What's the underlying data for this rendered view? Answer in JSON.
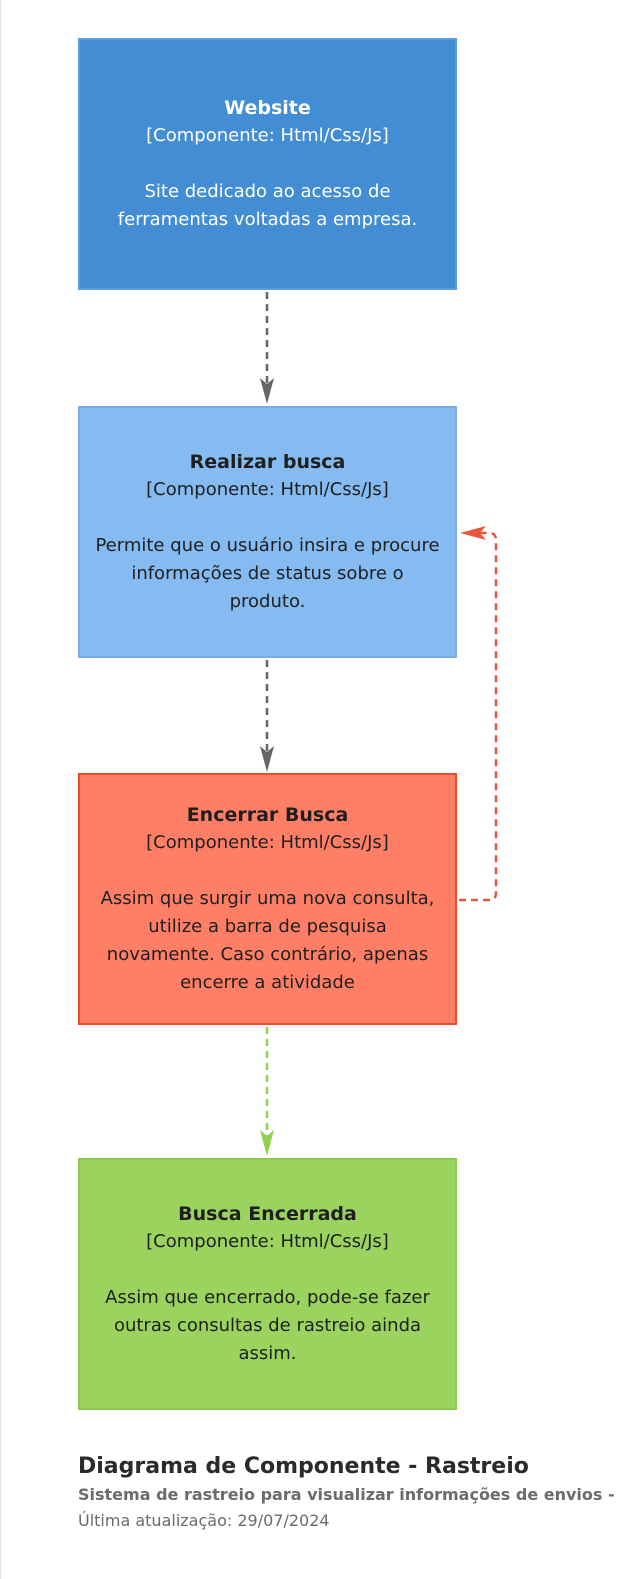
{
  "diagram": {
    "nodes": [
      {
        "id": "website",
        "name": "Website",
        "technology": "[Componente: Html/Css/Js]",
        "description": "Site dedicado ao acesso de ferramentas voltadas a empresa.",
        "fill": "#438dd5"
      },
      {
        "id": "realizar-busca",
        "name": "Realizar busca",
        "technology": "[Componente: Html/Css/Js]",
        "description": "Permite que o usuário insira e procure informações de status sobre o produto.",
        "fill": "#85bbf0"
      },
      {
        "id": "encerrar-busca",
        "name": "Encerrar Busca",
        "technology": "[Componente: Html/Css/Js]",
        "description": "Assim que surgir uma nova consulta, utilize a barra de pesquisa novamente. Caso contrário, apenas encerre a atividade",
        "fill": "#ff7f66"
      },
      {
        "id": "busca-encerrada",
        "name": "Busca Encerrada",
        "technology": "[Componente: Html/Css/Js]",
        "description": "Assim que encerrado, pode-se fazer outras consultas de rastreio ainda assim.",
        "fill": "#9bd35f"
      }
    ],
    "edges": [
      {
        "from": "website",
        "to": "realizar-busca",
        "color": "#666666"
      },
      {
        "from": "realizar-busca",
        "to": "encerrar-busca",
        "color": "#666666"
      },
      {
        "from": "encerrar-busca",
        "to": "realizar-busca",
        "color": "#e8563b"
      },
      {
        "from": "encerrar-busca",
        "to": "busca-encerrada",
        "color": "#8fd14f"
      }
    ]
  },
  "legend": {
    "title": "Diagrama de Componente - Rastreio",
    "subtitle": "Sistema de rastreio para visualizar informações de envios -",
    "updated": "Última atualização: 29/07/2024"
  }
}
